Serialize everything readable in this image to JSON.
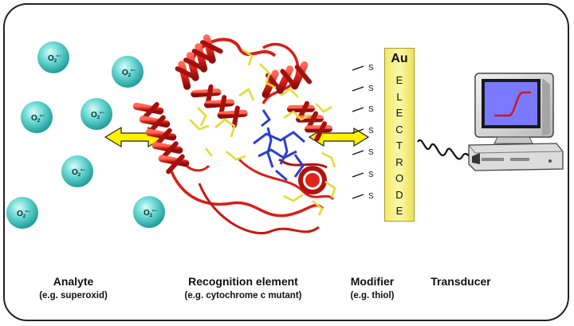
{
  "molecule": {
    "text": "O",
    "subscript": "2",
    "superscript": "•−"
  },
  "electrode": {
    "metal": "Au",
    "letters": [
      "E",
      "L",
      "E",
      "C",
      "T",
      "R",
      "O",
      "D",
      "E"
    ],
    "thiol_atom": "S",
    "color": "#f6ef8a"
  },
  "labels": {
    "analyte": {
      "title": "Analyte",
      "example": "(e.g. superoxid)"
    },
    "recognition": {
      "title": "Recognition element",
      "example": "(e.g. cytochrome c mutant)"
    },
    "modifier": {
      "title": "Modifier",
      "example": "(e.g. thiol)"
    },
    "transducer": {
      "title": "Transducer"
    }
  },
  "colors": {
    "sphere": "#5fd3cf",
    "protein_red": "#e0241c",
    "heme_blue": "#2b3fd0",
    "side_chain_yellow": "#e6e03a",
    "arrow_yellow": "#fff200",
    "screen_bg": "#7a7aff",
    "curve": "#d01818"
  },
  "icons": [
    "double-arrow-icon",
    "computer-icon",
    "wire-icon",
    "protein-icon"
  ]
}
